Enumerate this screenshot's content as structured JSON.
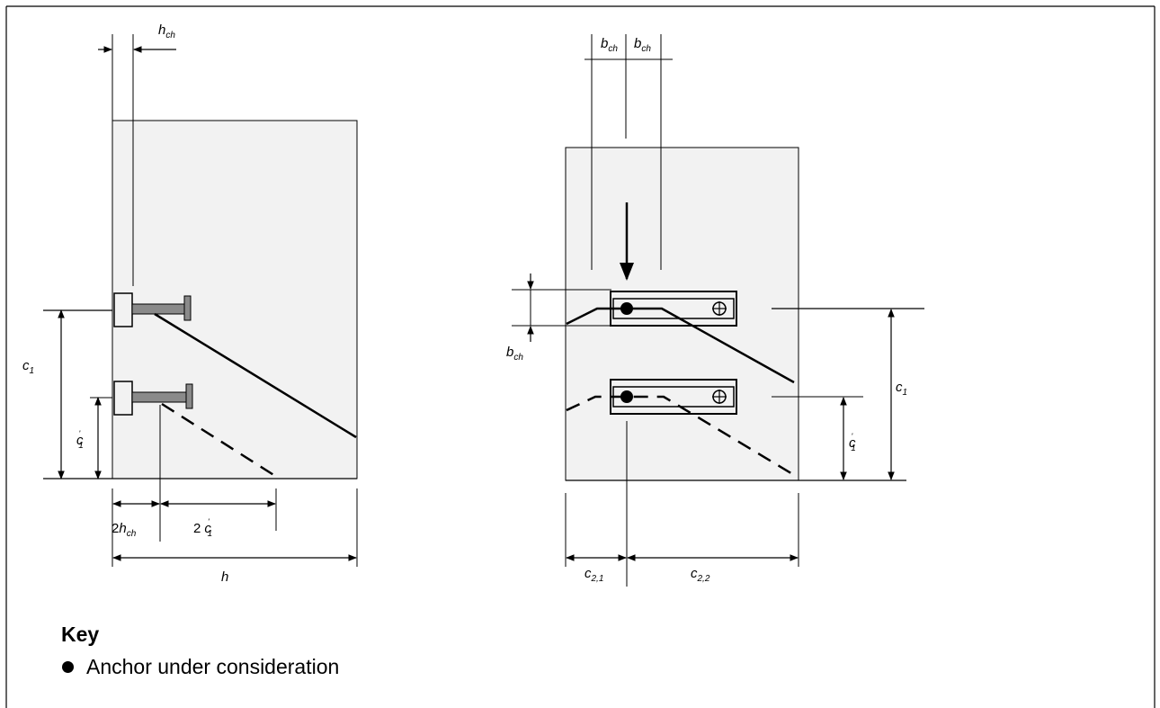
{
  "labels": {
    "left": {
      "h_ch_top": {
        "base": "h",
        "sub": "ch"
      },
      "c1": {
        "base": "c",
        "sub": "1"
      },
      "c1_prime": {
        "base": "c",
        "sup": "'",
        "sub": "1"
      },
      "two_h_ch": {
        "coef": "2",
        "base": "h",
        "sub": "ch"
      },
      "two_c1_prime": {
        "coef": "2",
        "base": "c",
        "sup": "'",
        "sub": "1"
      },
      "h": {
        "base": "h"
      }
    },
    "right": {
      "b_ch_top_1": {
        "base": "b",
        "sub": "ch"
      },
      "b_ch_top_2": {
        "base": "b",
        "sub": "ch"
      },
      "b_ch_side": {
        "base": "b",
        "sub": "ch"
      },
      "c1": {
        "base": "c",
        "sub": "1"
      },
      "c1_prime": {
        "base": "c",
        "sup": "'",
        "sub": "1"
      },
      "c21": {
        "base": "c",
        "sub": "2,1"
      },
      "c22": {
        "base": "c",
        "sub": "2,2"
      }
    }
  },
  "key": {
    "title": "Key",
    "items": [
      {
        "symbol": "filled-circle-icon",
        "text": "Anchor under consideration"
      }
    ]
  },
  "colors": {
    "concrete_fill": "#f2f2f2",
    "channel_gray": "#8a8a8a",
    "line": "#000000"
  }
}
